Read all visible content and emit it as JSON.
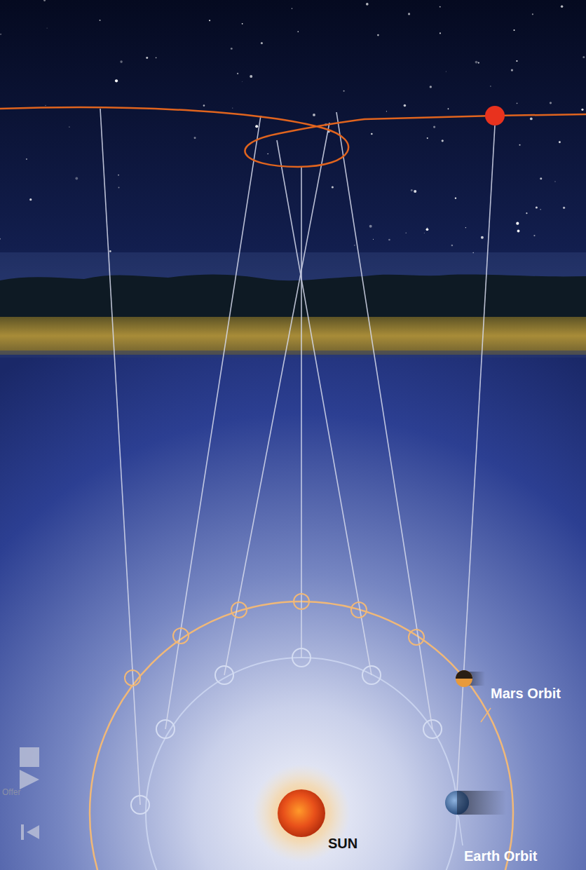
{
  "diagram": {
    "labels": [
      "Mars Orbit",
      "SUN",
      "Earth Orbit",
      "Offer"
    ]
  }
}
